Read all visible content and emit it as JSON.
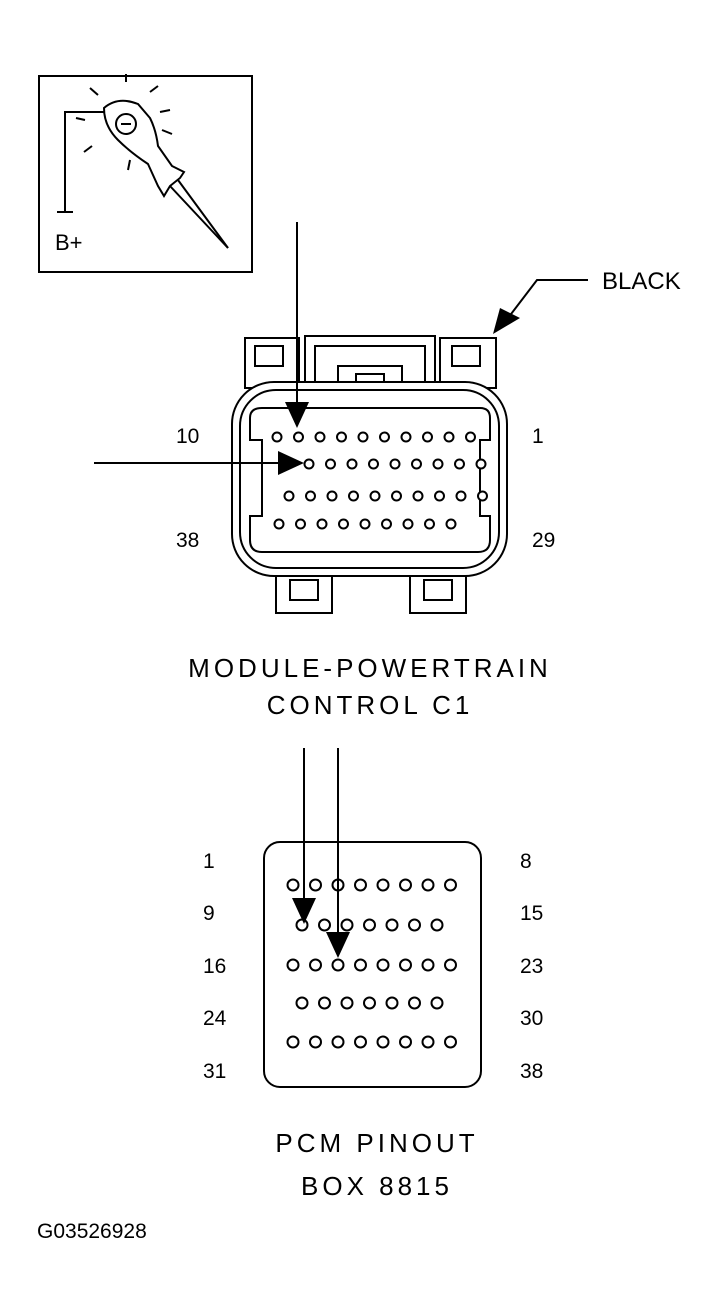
{
  "probe_box": {
    "label": "B+"
  },
  "connector_c1": {
    "wire_color_label": "BLACK",
    "pin_labels": {
      "top_left": "10",
      "top_right": "1",
      "bottom_left": "38",
      "bottom_right": "29"
    },
    "title_line1": "MODULE-POWERTRAIN",
    "title_line2": "CONTROL C1"
  },
  "pinout_box": {
    "row_labels": [
      {
        "left": "1",
        "right": "8"
      },
      {
        "left": "9",
        "right": "15"
      },
      {
        "left": "16",
        "right": "23"
      },
      {
        "left": "24",
        "right": "30"
      },
      {
        "left": "31",
        "right": "38"
      }
    ],
    "title_line1": "PCM PINOUT",
    "title_line2": "BOX 8815"
  },
  "figure_id": "G03526928"
}
